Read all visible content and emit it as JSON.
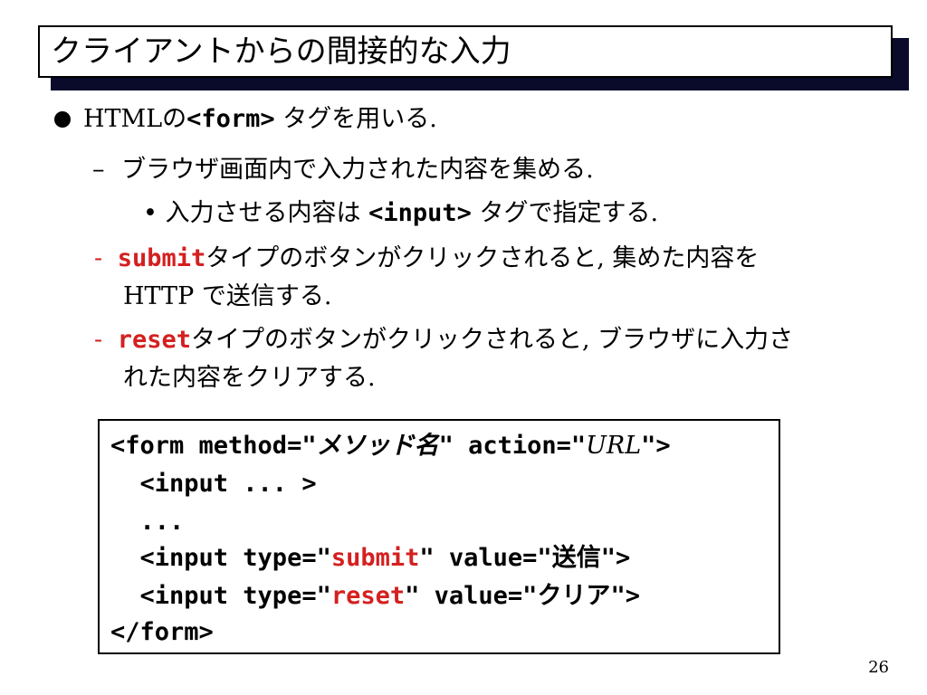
{
  "title": "クライアントからの間接的な入力",
  "bullets": {
    "b1": {
      "pre": "HTMLの",
      "tag": "<form>",
      "post": "タグを用いる."
    },
    "b2": {
      "marker": "–",
      "text": "ブラウザ画面内で入力された内容を集める."
    },
    "b3": {
      "marker": "•",
      "pre": "入力させる内容は",
      "tag": "<input>",
      "post": "タグで指定する."
    },
    "b4": {
      "marker": "-",
      "keyword": "submit",
      "post": "タイプのボタンがクリックされると, 集めた内容を",
      "cont": "HTTP で送信する."
    },
    "b5": {
      "marker": "-",
      "keyword": "reset",
      "post": "タイプのボタンがクリックされると, ブラウザに入力さ",
      "cont": "れた内容をクリアする."
    }
  },
  "code": {
    "l1": {
      "a": "<form method=\"",
      "method_name": "メソッド名",
      "b": "\" action=\"",
      "url": "URL",
      "c": "\">"
    },
    "l2": "  <input ... >",
    "l3": "  ...",
    "l4": {
      "a": "  <input type=\"",
      "type": "submit",
      "b": "\" value=\"",
      "value": "送信",
      "c": "\">"
    },
    "l5": {
      "a": "  <input type=\"",
      "type": "reset",
      "b": "\" value=\"",
      "value": "クリア",
      "c": "\">"
    },
    "l6": "</form>"
  },
  "page_number": "26",
  "colors": {
    "accent": "#d42020",
    "shadow": "#0a0a2a"
  }
}
